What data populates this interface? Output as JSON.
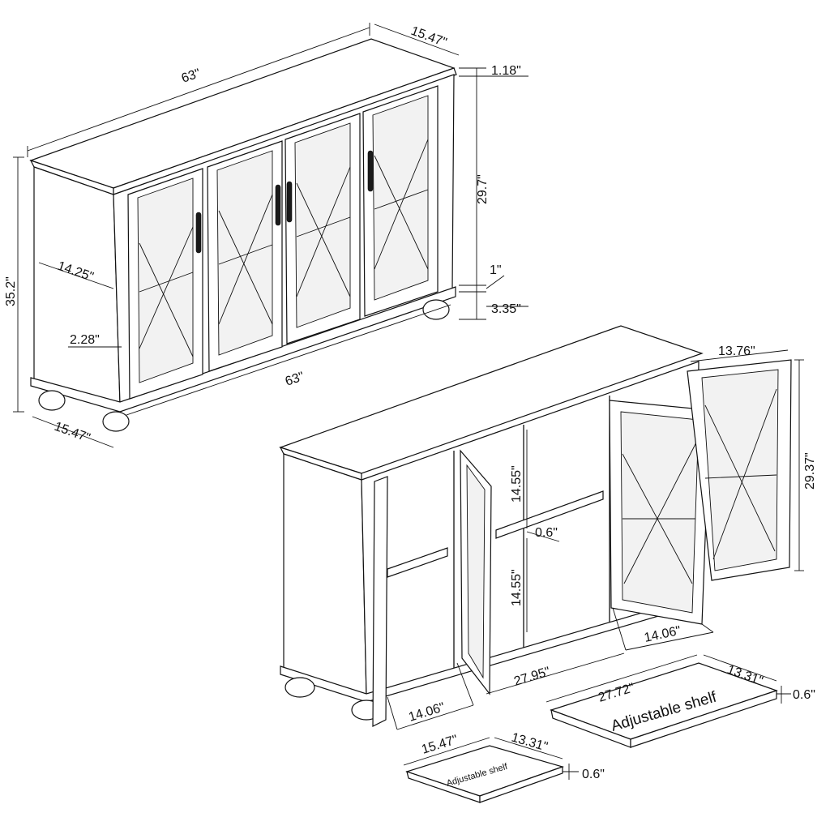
{
  "top_view": {
    "width_top": "63\"",
    "depth_top": "15.47\"",
    "top_thickness": "1.18\"",
    "door_height": "29.7\"",
    "base_trim": "1\"",
    "leg_height": "3.35\"",
    "total_height": "35.2\"",
    "inner_depth": "14.25\"",
    "side_gap": "2.28\"",
    "width_bottom": "63\"",
    "depth_bottom": "15.47\""
  },
  "open_view": {
    "door_width": "13.76\"",
    "door_height": "29.37\"",
    "shelf_space_upper": "14.55\"",
    "shelf_thickness": "0.6\"",
    "shelf_space_lower": "14.55\"",
    "door_width_right": "14.06\"",
    "center_width": "27.95\"",
    "door_width_left": "14.06\""
  },
  "large_shelf": {
    "label": "Adjustable shelf",
    "length": "27.72\"",
    "depth": "13.31\"",
    "thickness": "0.6\""
  },
  "small_shelf": {
    "label": "Adjustable shelf",
    "length": "15.47\"",
    "depth": "13.31\"",
    "thickness": "0.6\""
  }
}
